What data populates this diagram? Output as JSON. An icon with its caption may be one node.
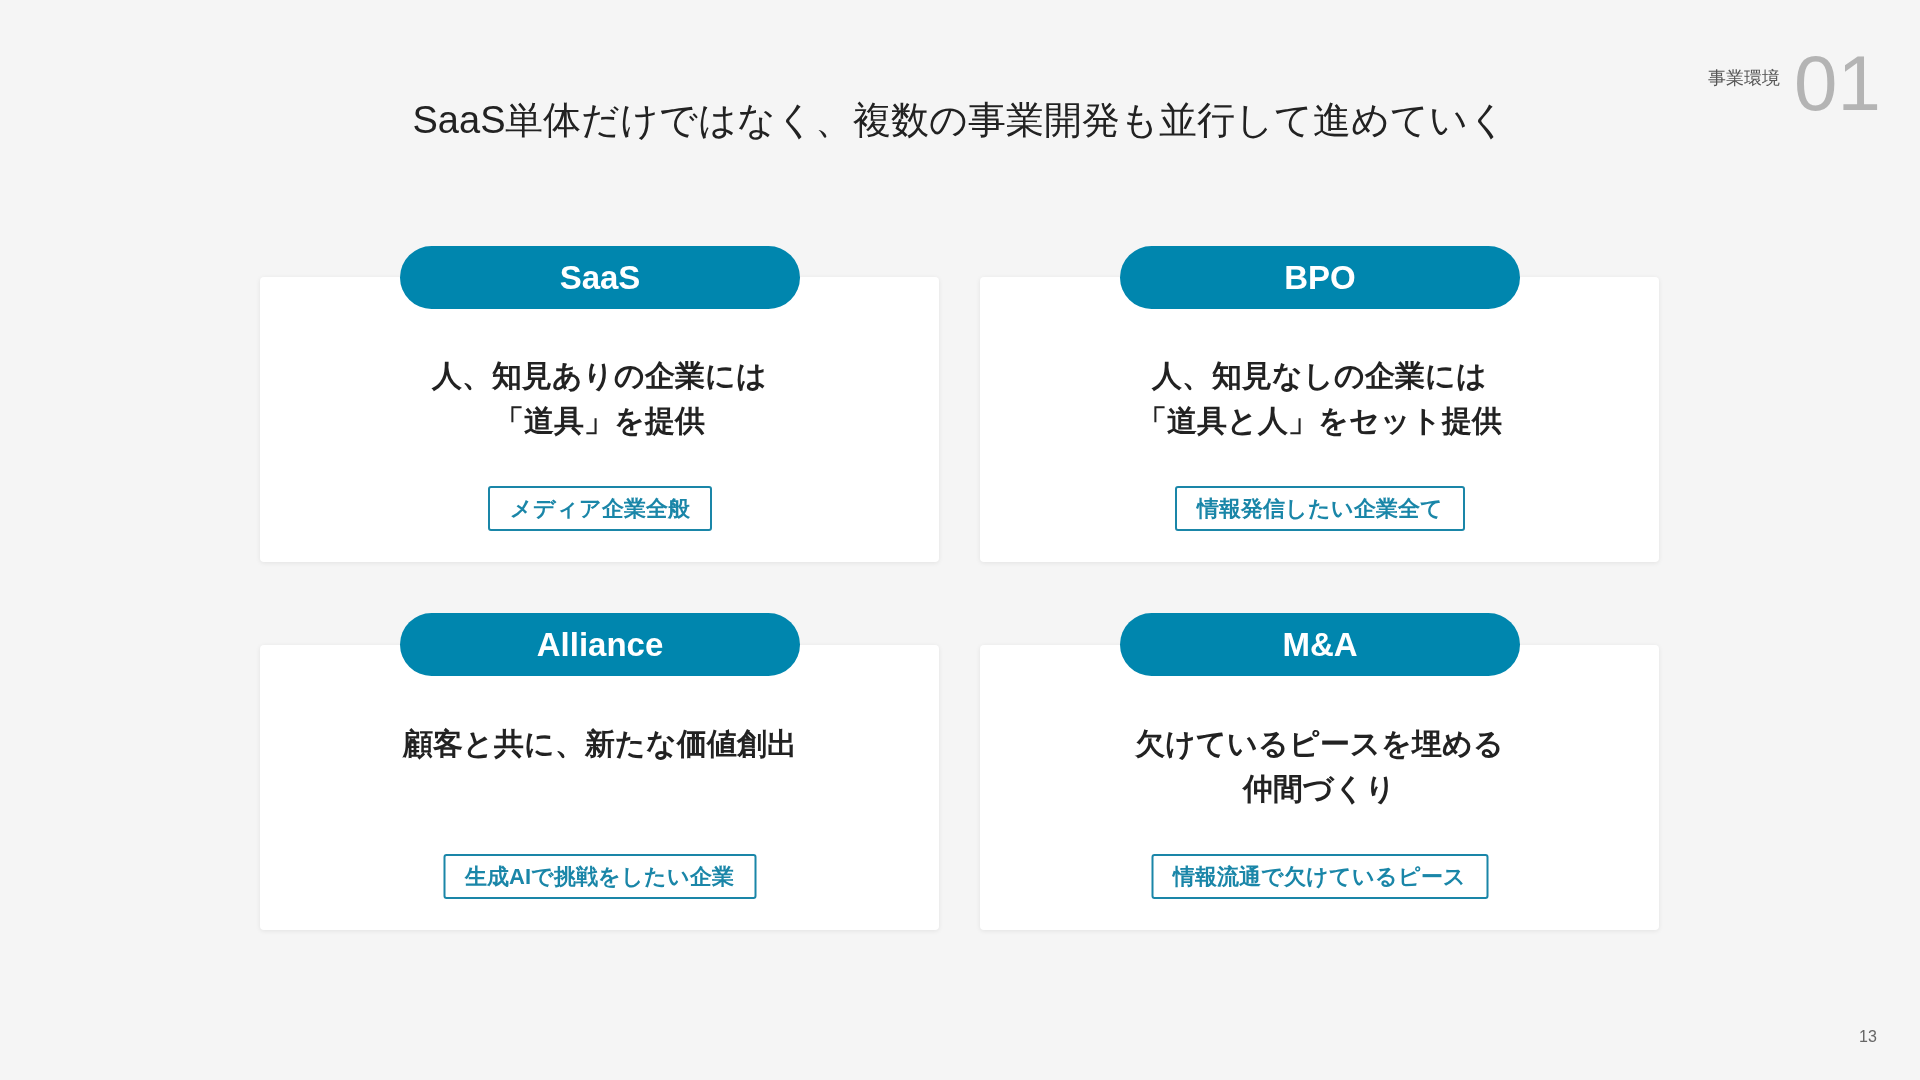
{
  "diagram": {
    "title": "SaaS単体だけではなく、複数の事業開発も並行して進めていく",
    "nodes": [
      {
        "text": [
          "SaaS"
        ]
      },
      {
        "text": [
          "人、知見ありの企業には「道具」を提供"
        ]
      },
      {
        "text": [
          "メディア企業全般"
        ],
        "in": 1
      },
      {
        "text": [
          "BPO"
        ]
      },
      {
        "text": [
          "人、知見なしの企業には「道具と人」をセット提供"
        ]
      },
      {
        "text": [
          "情報発信したい企業全て"
        ],
        "in": 4
      },
      {
        "text": [
          "Alliance"
        ]
      },
      {
        "text": [
          "顧客と共に、新たな価値創出"
        ]
      },
      {
        "text": [
          "生成AIで挑戦をしたい企業"
        ],
        "in": 7
      },
      {
        "text": [
          "M&A"
        ]
      },
      {
        "text": [
          "欠けているピースを埋める仲間づくり"
        ]
      },
      {
        "text": [
          "情報流通で欠けているピース"
        ],
        "in": 10
      }
    ],
    "labels": [
      "事業環境",
      "01",
      "13"
    ]
  }
}
